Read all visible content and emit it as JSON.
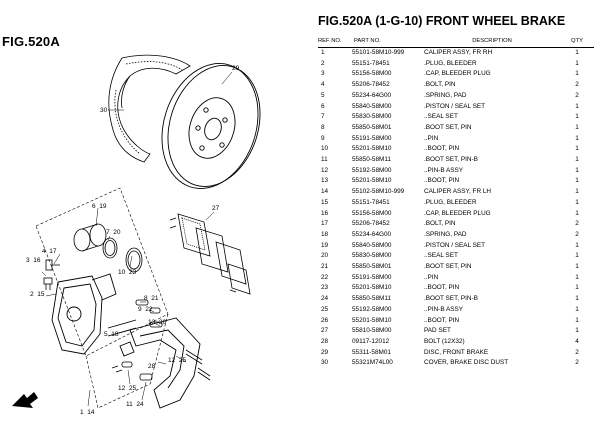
{
  "figure": {
    "label": "FIG.520A"
  },
  "table": {
    "title": "FIG.520A (1-G-10) FRONT WHEEL BRAKE",
    "headers": {
      "ref": "REF NO.",
      "part": "PART NO.",
      "desc": "DESCRIPTION",
      "qty": "QTY"
    },
    "rows": [
      {
        "ref": "1",
        "part": "55101-58M10-999",
        "desc": "CALIPER ASSY, FR RH",
        "qty": "1"
      },
      {
        "ref": "2",
        "part": "55151-78451",
        "desc": ".PLUG, BLEEDER",
        "qty": "1"
      },
      {
        "ref": "3",
        "part": "55156-58M00",
        "desc": ".CAP, BLEEDER PLUG",
        "qty": "1"
      },
      {
        "ref": "4",
        "part": "55206-78452",
        "desc": ".BOLT, PIN",
        "qty": "2"
      },
      {
        "ref": "5",
        "part": "55234-64G00",
        "desc": ".SPRING, PAD",
        "qty": "2"
      },
      {
        "ref": "6",
        "part": "55840-58M00",
        "desc": ".PISTON / SEAL SET",
        "qty": "1"
      },
      {
        "ref": "7",
        "part": "55830-58M00",
        "desc": "..SEAL SET",
        "qty": "1"
      },
      {
        "ref": "8",
        "part": "55850-58M01",
        "desc": ".BOOT SET, PIN",
        "qty": "1"
      },
      {
        "ref": "9",
        "part": "55191-58M00",
        "desc": "..PIN",
        "qty": "1"
      },
      {
        "ref": "10",
        "part": "55201-58M10",
        "desc": "..BOOT, PIN",
        "qty": "1"
      },
      {
        "ref": "11",
        "part": "55850-58M11",
        "desc": ".BOOT SET, PIN-B",
        "qty": "1"
      },
      {
        "ref": "12",
        "part": "55192-58M00",
        "desc": "..PIN-B ASSY",
        "qty": "1"
      },
      {
        "ref": "13",
        "part": "55201-58M10",
        "desc": "..BOOT, PIN",
        "qty": "1"
      },
      {
        "ref": "14",
        "part": "55102-58M10-999",
        "desc": "CALIPER ASSY, FR LH",
        "qty": "1"
      },
      {
        "ref": "15",
        "part": "55151-78451",
        "desc": ".PLUG, BLEEDER",
        "qty": "1"
      },
      {
        "ref": "16",
        "part": "55156-58M00",
        "desc": ".CAP, BLEEDER PLUG",
        "qty": "1"
      },
      {
        "ref": "17",
        "part": "55206-78452",
        "desc": ".BOLT, PIN",
        "qty": "2"
      },
      {
        "ref": "18",
        "part": "55234-64G00",
        "desc": ".SPRING, PAD",
        "qty": "2"
      },
      {
        "ref": "19",
        "part": "55840-58M00",
        "desc": ".PISTON / SEAL SET",
        "qty": "1"
      },
      {
        "ref": "20",
        "part": "55830-58M00",
        "desc": "..SEAL SET",
        "qty": "1"
      },
      {
        "ref": "21",
        "part": "55850-58M01",
        "desc": ".BOOT SET, PIN",
        "qty": "1"
      },
      {
        "ref": "22",
        "part": "55191-58M00",
        "desc": "..PIN",
        "qty": "1"
      },
      {
        "ref": "23",
        "part": "55201-58M10",
        "desc": "..BOOT, PIN",
        "qty": "1"
      },
      {
        "ref": "24",
        "part": "55850-58M11",
        "desc": ".BOOT SET, PIN-B",
        "qty": "1"
      },
      {
        "ref": "25",
        "part": "55192-58M00",
        "desc": "..PIN-B ASSY",
        "qty": "1"
      },
      {
        "ref": "26",
        "part": "55201-58M10",
        "desc": "..BOOT, PIN",
        "qty": "1"
      },
      {
        "ref": "27",
        "part": "55810-58M00",
        "desc": "PAD SET",
        "qty": "1"
      },
      {
        "ref": "28",
        "part": "09117-12012",
        "desc": "BOLT (12X32)",
        "qty": "4"
      },
      {
        "ref": "29",
        "part": "55311-58M01",
        "desc": "DISC, FRONT BRAKE",
        "qty": "2"
      },
      {
        "ref": "30",
        "part": "55321M74L00",
        "desc": "COVER, BRAKE DISC DUST",
        "qty": "2"
      }
    ]
  },
  "callouts": {
    "c29": "29",
    "c30": "30",
    "c6_19": "6  19",
    "c7_20": "7  20",
    "c10_23": "10  23",
    "c27": "27",
    "c4_17": "4  17",
    "c3_16": "3  16",
    "c2_15": "2  15",
    "c8_21": "8  21",
    "c9_22": "9  22",
    "c13_26": "13  26",
    "c5_18": "5  18",
    "c12_25": "12  25",
    "c11_24": "11  24",
    "c1_14": "1  14",
    "c28": "28"
  }
}
